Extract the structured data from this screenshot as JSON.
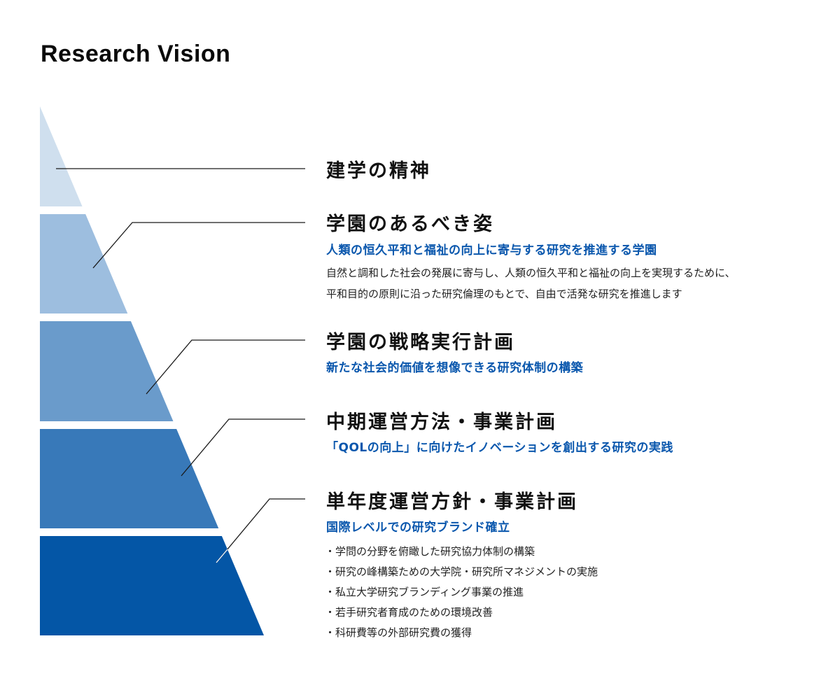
{
  "page": {
    "title": "Research Vision"
  },
  "colors": {
    "accent_blue": "#0a57ad",
    "layer_colors": [
      "#cfdfee",
      "#9dbedf",
      "#6a9bcb",
      "#3879b9",
      "#0456a6"
    ]
  },
  "levels": [
    {
      "title": "建学の精神"
    },
    {
      "title": "学園のあるべき姿",
      "subtitle": "人類の恒久平和と福祉の向上に寄与する研究を推進する学園",
      "description": [
        "自然と調和した社会の発展に寄与し、人類の恒久平和と福祉の向上を実現するために、",
        "平和目的の原則に沿った研究倫理のもとで、自由で活発な研究を推進します"
      ]
    },
    {
      "title": "学園の戦略実行計画",
      "subtitle": "新たな社会的価値を想像できる研究体制の構築"
    },
    {
      "title": "中期運営方法・事業計画",
      "subtitle": "「QOLの向上」に向けたイノベーションを創出する研究の実践"
    },
    {
      "title": "単年度運営方針・事業計画",
      "subtitle": "国際レベルでの研究ブランド確立",
      "bullets": [
        "・学問の分野を俯瞰した研究協力体制の構築",
        "・研究の峰構築ための大学院・研究所マネジメントの実施",
        "・私立大学研究ブランディング事業の推進",
        "・若手研究者育成のための環境改善",
        "・科研費等の外部研究費の獲得"
      ]
    }
  ]
}
